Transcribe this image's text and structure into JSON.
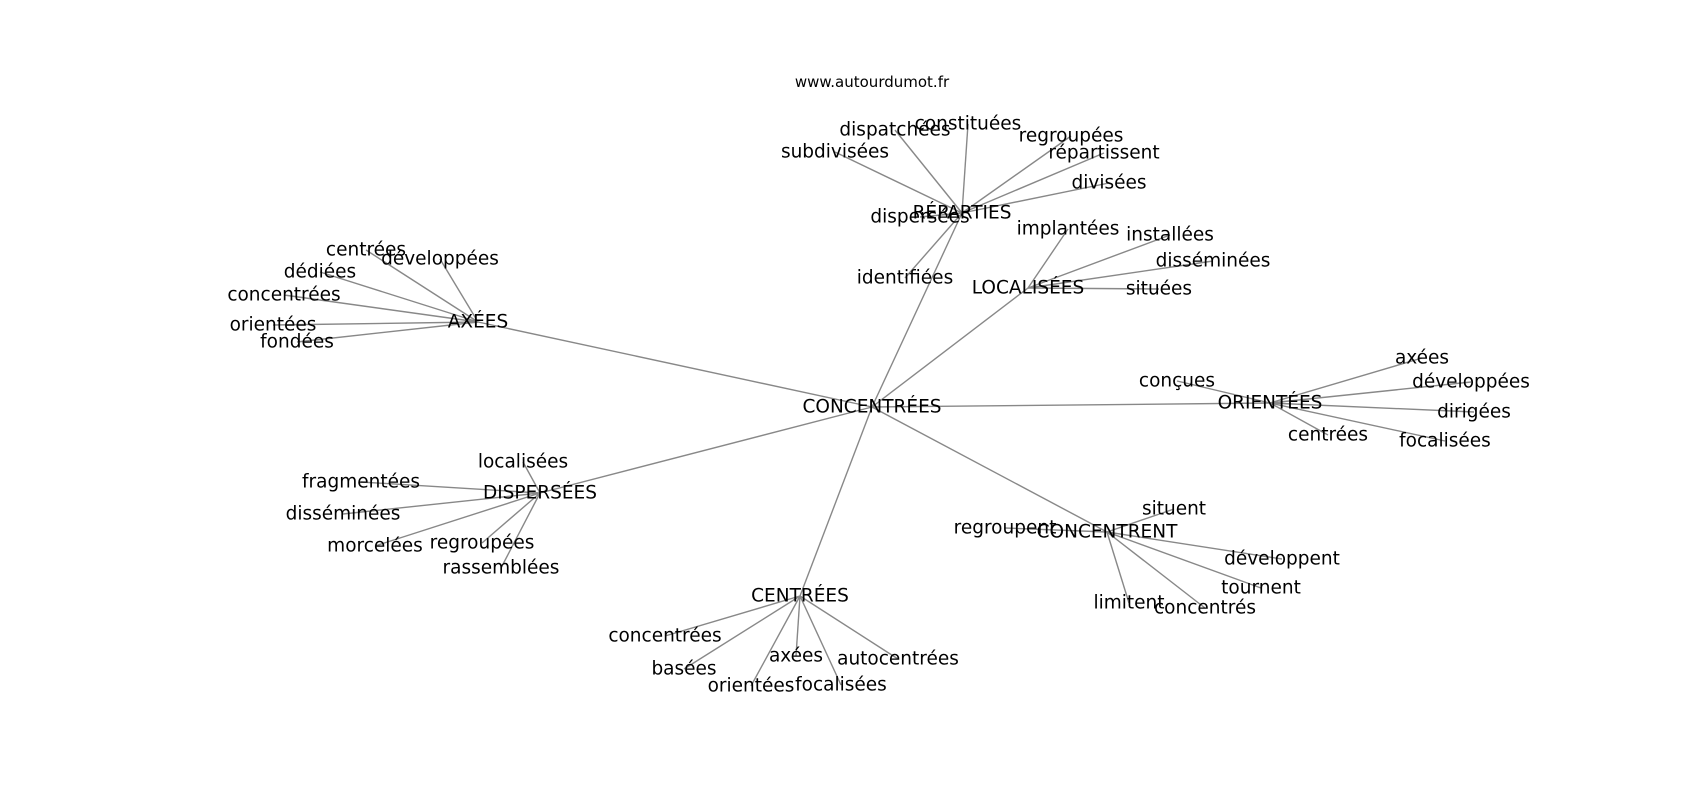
{
  "site": "www.autourdumot.fr",
  "diagram": {
    "center": "CONCENTRÉES",
    "groups": [
      {
        "label": "RÉPARTIES",
        "words": [
          "dispatchées",
          "constituées",
          "regroupées",
          "répartissent",
          "subdivisées",
          "divisées",
          "dispersées",
          "identifiées"
        ]
      },
      {
        "label": "LOCALISÉES",
        "words": [
          "implantées",
          "installées",
          "disséminées",
          "situées"
        ]
      },
      {
        "label": "AXÉES",
        "words": [
          "centrées",
          "développées",
          "dédiées",
          "concentrées",
          "orientées",
          "fondées"
        ]
      },
      {
        "label": "ORIENTÉES",
        "words": [
          "conçues",
          "axées",
          "développées",
          "dirigées",
          "centrées",
          "focalisées"
        ]
      },
      {
        "label": "DISPERSÉES",
        "words": [
          "localisées",
          "fragmentées",
          "disséminées",
          "morcelées",
          "regroupées",
          "rassemblées"
        ]
      },
      {
        "label": "CONCENTRENT",
        "words": [
          "situent",
          "regroupent",
          "développent",
          "tournent",
          "limitent",
          "concentrés"
        ]
      },
      {
        "label": "CENTRÉES",
        "words": [
          "concentrées",
          "basées",
          "axées",
          "autocentrées",
          "orientées",
          "focalisées"
        ]
      }
    ]
  }
}
